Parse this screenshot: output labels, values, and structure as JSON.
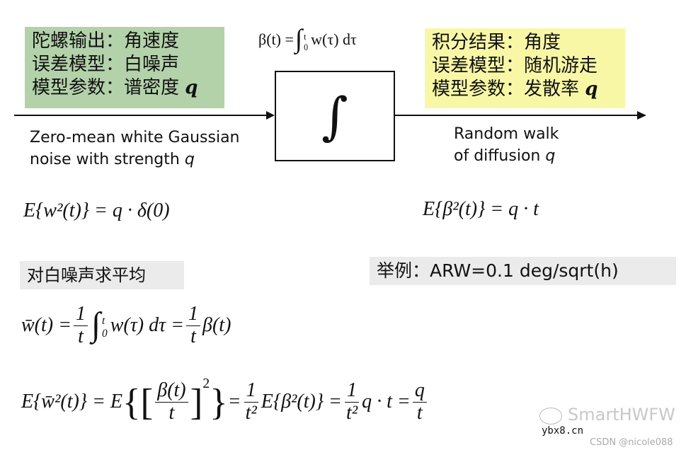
{
  "gyro_box": {
    "lines": [
      "陀螺输出：角速度",
      "误差模型：白噪声",
      "模型参数：谱密度"
    ],
    "param": "q",
    "color": "#b3d2aa"
  },
  "integral_box": {
    "lines": [
      "积分结果：角度",
      "误差模型：随机游走",
      "模型参数：发散率"
    ],
    "param": "q",
    "color": "#f8f7a6"
  },
  "top_formula": {
    "lhs": "β(t) =",
    "int": "∫",
    "upper": "t",
    "lower": "0",
    "rhs": "w(τ) dτ"
  },
  "integrator_symbol": "∫",
  "input_label": {
    "line1": "Zero-mean white Gaussian",
    "line2": "noise with strength ",
    "q": "q"
  },
  "output_label": {
    "line1": "Random walk",
    "line2": "of diffusion ",
    "q": "q"
  },
  "eq_w": "E{w²(t)} = q · δ(0)",
  "eq_beta": "E{β²(t)} = q · t",
  "avg_heading": "对白噪声求平均",
  "example": "举例：ARW=0.1 deg/sqrt(h)",
  "eq_avg": {
    "lhs": "w̄(t) =",
    "one": "1",
    "t": "t",
    "int": "∫",
    "upper": "t",
    "lower": "0",
    "mid": "w(τ) dτ =",
    "rhs": "β(t)"
  },
  "eq_var": {
    "p1": "E{w̄²(t)} = E",
    "inner_num": "β(t)",
    "inner_den": "t",
    "p2": "= ",
    "one": "1",
    "t2": "t²",
    "p3": "E{β²(t)} =",
    "p4": "q · t =",
    "q": "q",
    "t": "t"
  },
  "watermark": {
    "brand": "SmartHWFW",
    "site": "ybx8.cn",
    "credit": "CSDN @nicole088"
  }
}
